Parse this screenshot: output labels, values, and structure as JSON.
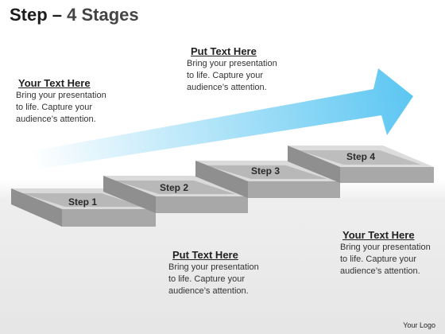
{
  "title": {
    "main": "Step",
    "dash": " – ",
    "sub": "4 Stages"
  },
  "blocks": [
    {
      "heading": "Your Text Here",
      "body": [
        "Bring your presentation",
        "to life. Capture your",
        "audience’s attention."
      ]
    },
    {
      "heading": "Put Text Here",
      "body": [
        "Bring your presentation",
        "to life. Capture your",
        "audience’s attention."
      ]
    },
    {
      "heading": "Put Text Here",
      "body": [
        "Bring your presentation",
        "to life. Capture your",
        "audience’s attention."
      ]
    },
    {
      "heading": "Your Text Here",
      "body": [
        "Bring your presentation",
        "to life. Capture your",
        "audience’s attention."
      ]
    }
  ],
  "steps": [
    {
      "label": "Step 1"
    },
    {
      "label": "Step 2"
    },
    {
      "label": "Step 3"
    },
    {
      "label": "Step 4"
    }
  ],
  "colors": {
    "arrow": "#5bc6f2",
    "step_top": "#d6d6d6",
    "step_side": "#9c9c9c",
    "step_floor": "#b3b3b3"
  },
  "logo": "Your Logo"
}
